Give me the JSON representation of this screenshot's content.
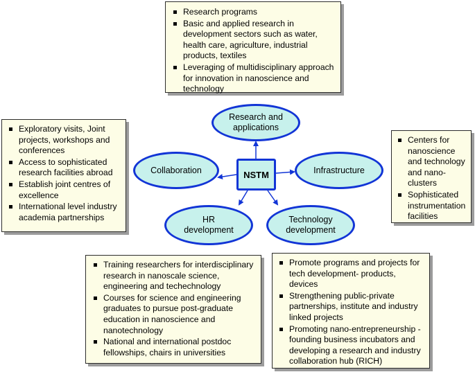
{
  "center": {
    "label": "NSTM"
  },
  "nodes": {
    "research": {
      "label_line1": "Research and",
      "label_line2": "applications"
    },
    "collaboration": {
      "label": "Collaboration"
    },
    "infrastructure": {
      "label": "Infrastructure"
    },
    "hr": {
      "label_line1": "HR",
      "label_line2": "development"
    },
    "technology": {
      "label_line1": "Technology",
      "label_line2": "development"
    }
  },
  "boxes": {
    "research": [
      "Research programs",
      "Basic and applied research in development sectors such as water, health care, agriculture, industrial products, textiles",
      "Leveraging of multidisciplinary approach for innovation in nanoscience and technology"
    ],
    "collaboration": [
      "Exploratory visits, Joint projects, workshops and conferences",
      "Access to sophisticated research facilities abroad",
      "Establish joint centres of excellence",
      "International level industry academia partnerships"
    ],
    "infrastructure": [
      "Centers for nanoscience and technology and nano-clusters",
      "Sophisticated instrumentation facilities"
    ],
    "hr": [
      "Training researchers for interdisciplinary research in nanoscale science, engineering and techechnology",
      "Courses for science and engineering graduates to pursue post-graduate education in nanoscience and nanotechnology",
      "National and international postdoc fellowships, chairs in universities"
    ],
    "technology": [
      "Promote programs and projects for tech development- products, devices",
      "Strengthening public-private partnerships, institute and industry linked projects",
      "Promoting nano-entrepreneurship - founding business incubators and developing a research and industry collaboration hub (RICH)"
    ]
  },
  "colors": {
    "node_fill": "#c7f1ec",
    "node_border": "#1235d6",
    "box_fill": "#fdfde6",
    "arrow": "#1235d6"
  }
}
